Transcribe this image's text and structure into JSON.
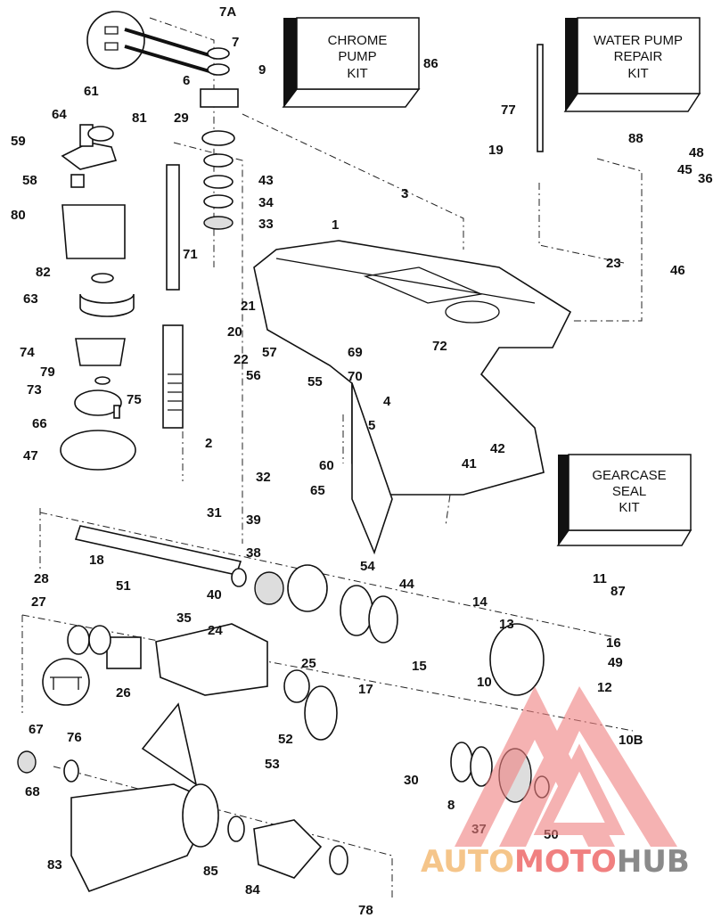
{
  "diagram": {
    "title": "Gearcase exploded parts diagram",
    "kits": [
      {
        "lines": [
          "CHROME",
          "PUMP",
          "KIT"
        ],
        "ref": "86"
      },
      {
        "lines": [
          "WATER PUMP",
          "REPAIR",
          "KIT"
        ],
        "ref": "88"
      },
      {
        "lines": [
          "GEARCASE",
          "SEAL",
          "KIT"
        ],
        "ref": "87"
      }
    ],
    "labels": [
      "7A",
      "7",
      "9",
      "6",
      "29",
      "43",
      "34",
      "33",
      "61",
      "64",
      "81",
      "59",
      "58",
      "80",
      "82",
      "63",
      "71",
      "21",
      "20",
      "22",
      "74",
      "79",
      "73",
      "75",
      "66",
      "47",
      "2",
      "32",
      "31",
      "18",
      "39",
      "38",
      "40",
      "28",
      "51",
      "35",
      "27",
      "24",
      "26",
      "25",
      "17",
      "52",
      "53",
      "67",
      "76",
      "68",
      "83",
      "85",
      "84",
      "78",
      "86",
      "77",
      "19",
      "88",
      "48",
      "45",
      "36",
      "3",
      "1",
      "23",
      "46",
      "57",
      "69",
      "56",
      "72",
      "55",
      "70",
      "4",
      "5",
      "42",
      "41",
      "60",
      "65",
      "54",
      "44",
      "14",
      "13",
      "15",
      "16",
      "49",
      "10",
      "12",
      "11",
      "87",
      "10B",
      "30",
      "8",
      "37",
      "50"
    ],
    "watermark": {
      "part1": "AUTO",
      "part2": "MOTO",
      "part3": "HUB",
      "color1": "#f5c58a",
      "color2": "#f08080",
      "color3": "#8a8a8a"
    }
  }
}
